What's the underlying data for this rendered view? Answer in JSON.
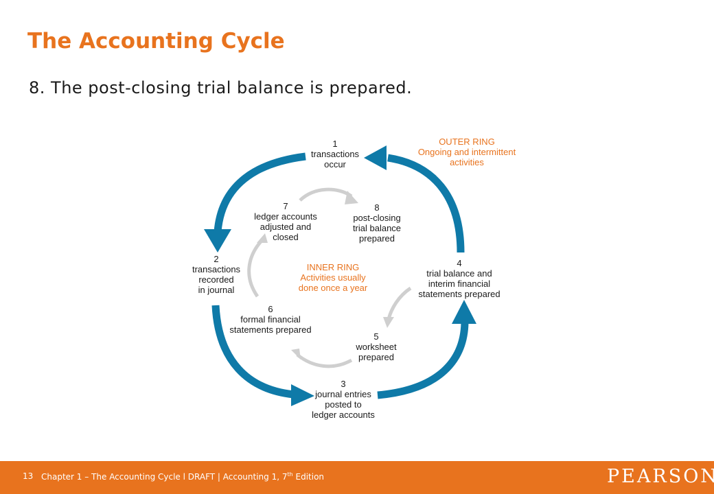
{
  "slide": {
    "title": "The Accounting Cycle",
    "subtitle": "8. The post-closing trial balance is prepared."
  },
  "diagram": {
    "outer_ring": {
      "title": "OUTER RING",
      "line1": "Ongoing and intermittent",
      "line2": "activities",
      "color": "#e8731e"
    },
    "inner_ring": {
      "title": "INNER RING",
      "line1": "Activities usually",
      "line2": "done once a year"
    },
    "steps": [
      {
        "num": "1",
        "lines": [
          "transactions",
          "occur"
        ]
      },
      {
        "num": "2",
        "lines": [
          "transactions",
          "recorded",
          "in journal"
        ]
      },
      {
        "num": "3",
        "lines": [
          "journal entries",
          "posted to",
          "ledger accounts"
        ]
      },
      {
        "num": "4",
        "lines": [
          "trial balance and",
          "interim financial",
          "statements prepared"
        ]
      },
      {
        "num": "5",
        "lines": [
          "worksheet",
          "prepared"
        ]
      },
      {
        "num": "6",
        "lines": [
          "formal financial",
          "statements prepared"
        ]
      },
      {
        "num": "7",
        "lines": [
          "ledger accounts",
          "adjusted and",
          "closed"
        ]
      },
      {
        "num": "8",
        "lines": [
          "post-closing",
          "trial balance",
          "prepared"
        ]
      }
    ],
    "colors": {
      "outer_arrow": "#0f7aa8",
      "inner_arrow": "#cfcfcf"
    }
  },
  "footer": {
    "page_number": "13",
    "text_before_sup": "Chapter 1 – The Accounting Cycle  l  DRAFT  |  Accounting 1, 7",
    "sup": "th",
    "text_after_sup": " Edition",
    "logo": "PEARSON",
    "color": "#e8731e"
  }
}
